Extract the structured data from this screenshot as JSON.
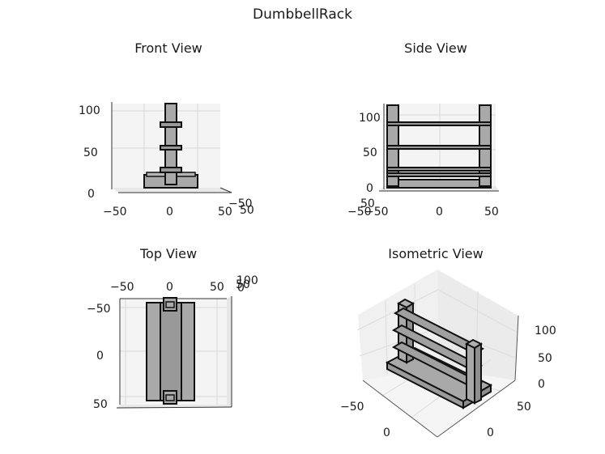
{
  "figure": {
    "title": "DumbbellRack"
  },
  "panels": {
    "front": {
      "title": "Front View",
      "ticks": {
        "y": [
          "100",
          "50",
          "0"
        ],
        "x": [
          "−50",
          "0",
          "50"
        ],
        "depth": [
          "−50",
          "50"
        ]
      }
    },
    "side": {
      "title": "Side View",
      "ticks": {
        "y": [
          "100",
          "50",
          "0"
        ],
        "x": [
          "−50",
          "0",
          "50"
        ],
        "depth_a": "50",
        "depth_b": "−50"
      }
    },
    "top": {
      "title": "Top View",
      "ticks": {
        "x": [
          "−50",
          "0",
          "50"
        ],
        "y": [
          "−50",
          "0",
          "50"
        ],
        "z_a": "100",
        "z_b": "50",
        "z_c": "0"
      }
    },
    "iso": {
      "title": "Isometric View",
      "ticks": {
        "z": [
          "100",
          "50",
          "0"
        ],
        "x": [
          "−50",
          "0"
        ],
        "y": [
          "50",
          "0"
        ]
      }
    }
  },
  "colors": {
    "part_fill": "#a9a9a9",
    "edge": "#111111",
    "pane": "#f2f2f2",
    "grid": "#d9d9d9"
  }
}
